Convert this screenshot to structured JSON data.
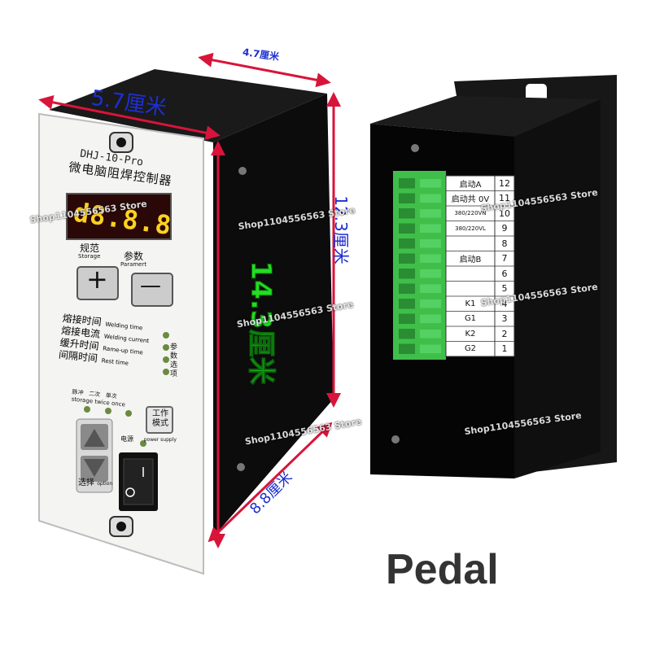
{
  "dimensions": {
    "width_top": "4.7厘米",
    "width_front": "5.7厘米",
    "height_front": "14.3厘米",
    "height_side": "12.3厘米",
    "depth": "8.8厘米"
  },
  "front_panel": {
    "model": "DHJ-10-Pro",
    "name": "微电脑阻焊控制器",
    "display": "d8.8.8",
    "storage_cn": "规范",
    "storage_en": "Storage",
    "param_cn": "参数",
    "param_en": "Paramert",
    "plus": "+",
    "minus": "—",
    "rows": [
      {
        "cn": "熔接时间",
        "en": "Welding time"
      },
      {
        "cn": "熔接电流",
        "en": "Welding current"
      },
      {
        "cn": "缓升时间",
        "en": "Rame-up time"
      },
      {
        "cn": "间隔时间",
        "en": "Rest time"
      }
    ],
    "side_label": "参数选项",
    "mode_cn": [
      "脉冲",
      "二次",
      "单次"
    ],
    "mode_en": [
      "storage",
      "twice",
      "once"
    ],
    "work_mode": "工作模式",
    "power_cn": "电源",
    "power_en": "power supply",
    "select_cn": "选择",
    "select_en": "option"
  },
  "terminal_table": [
    {
      "label": "启动A",
      "num": "12"
    },
    {
      "label": "启动共 0V",
      "num": "11"
    },
    {
      "label": "380/220VN",
      "num": "10"
    },
    {
      "label": "380/220VL",
      "num": "9"
    },
    {
      "label": "",
      "num": "8"
    },
    {
      "label": "启动B",
      "num": "7"
    },
    {
      "label": "",
      "num": "6"
    },
    {
      "label": "",
      "num": "5"
    },
    {
      "label": "K1",
      "num": "4"
    },
    {
      "label": "G1",
      "num": "3"
    },
    {
      "label": "K2",
      "num": "2"
    },
    {
      "label": "G2",
      "num": "1"
    }
  ],
  "watermark": "Shop1104556563 Store",
  "caption": "Pedal",
  "colors": {
    "body": "#0d0d0d",
    "panel": "#f4f4f2",
    "display": "#2a0808",
    "digit": "#ffd21e",
    "terminal": "#3fbf4a",
    "dim_arrow": "#d8143a",
    "dim_blue": "#1e2fd0",
    "dim_green": "#22dd22"
  }
}
